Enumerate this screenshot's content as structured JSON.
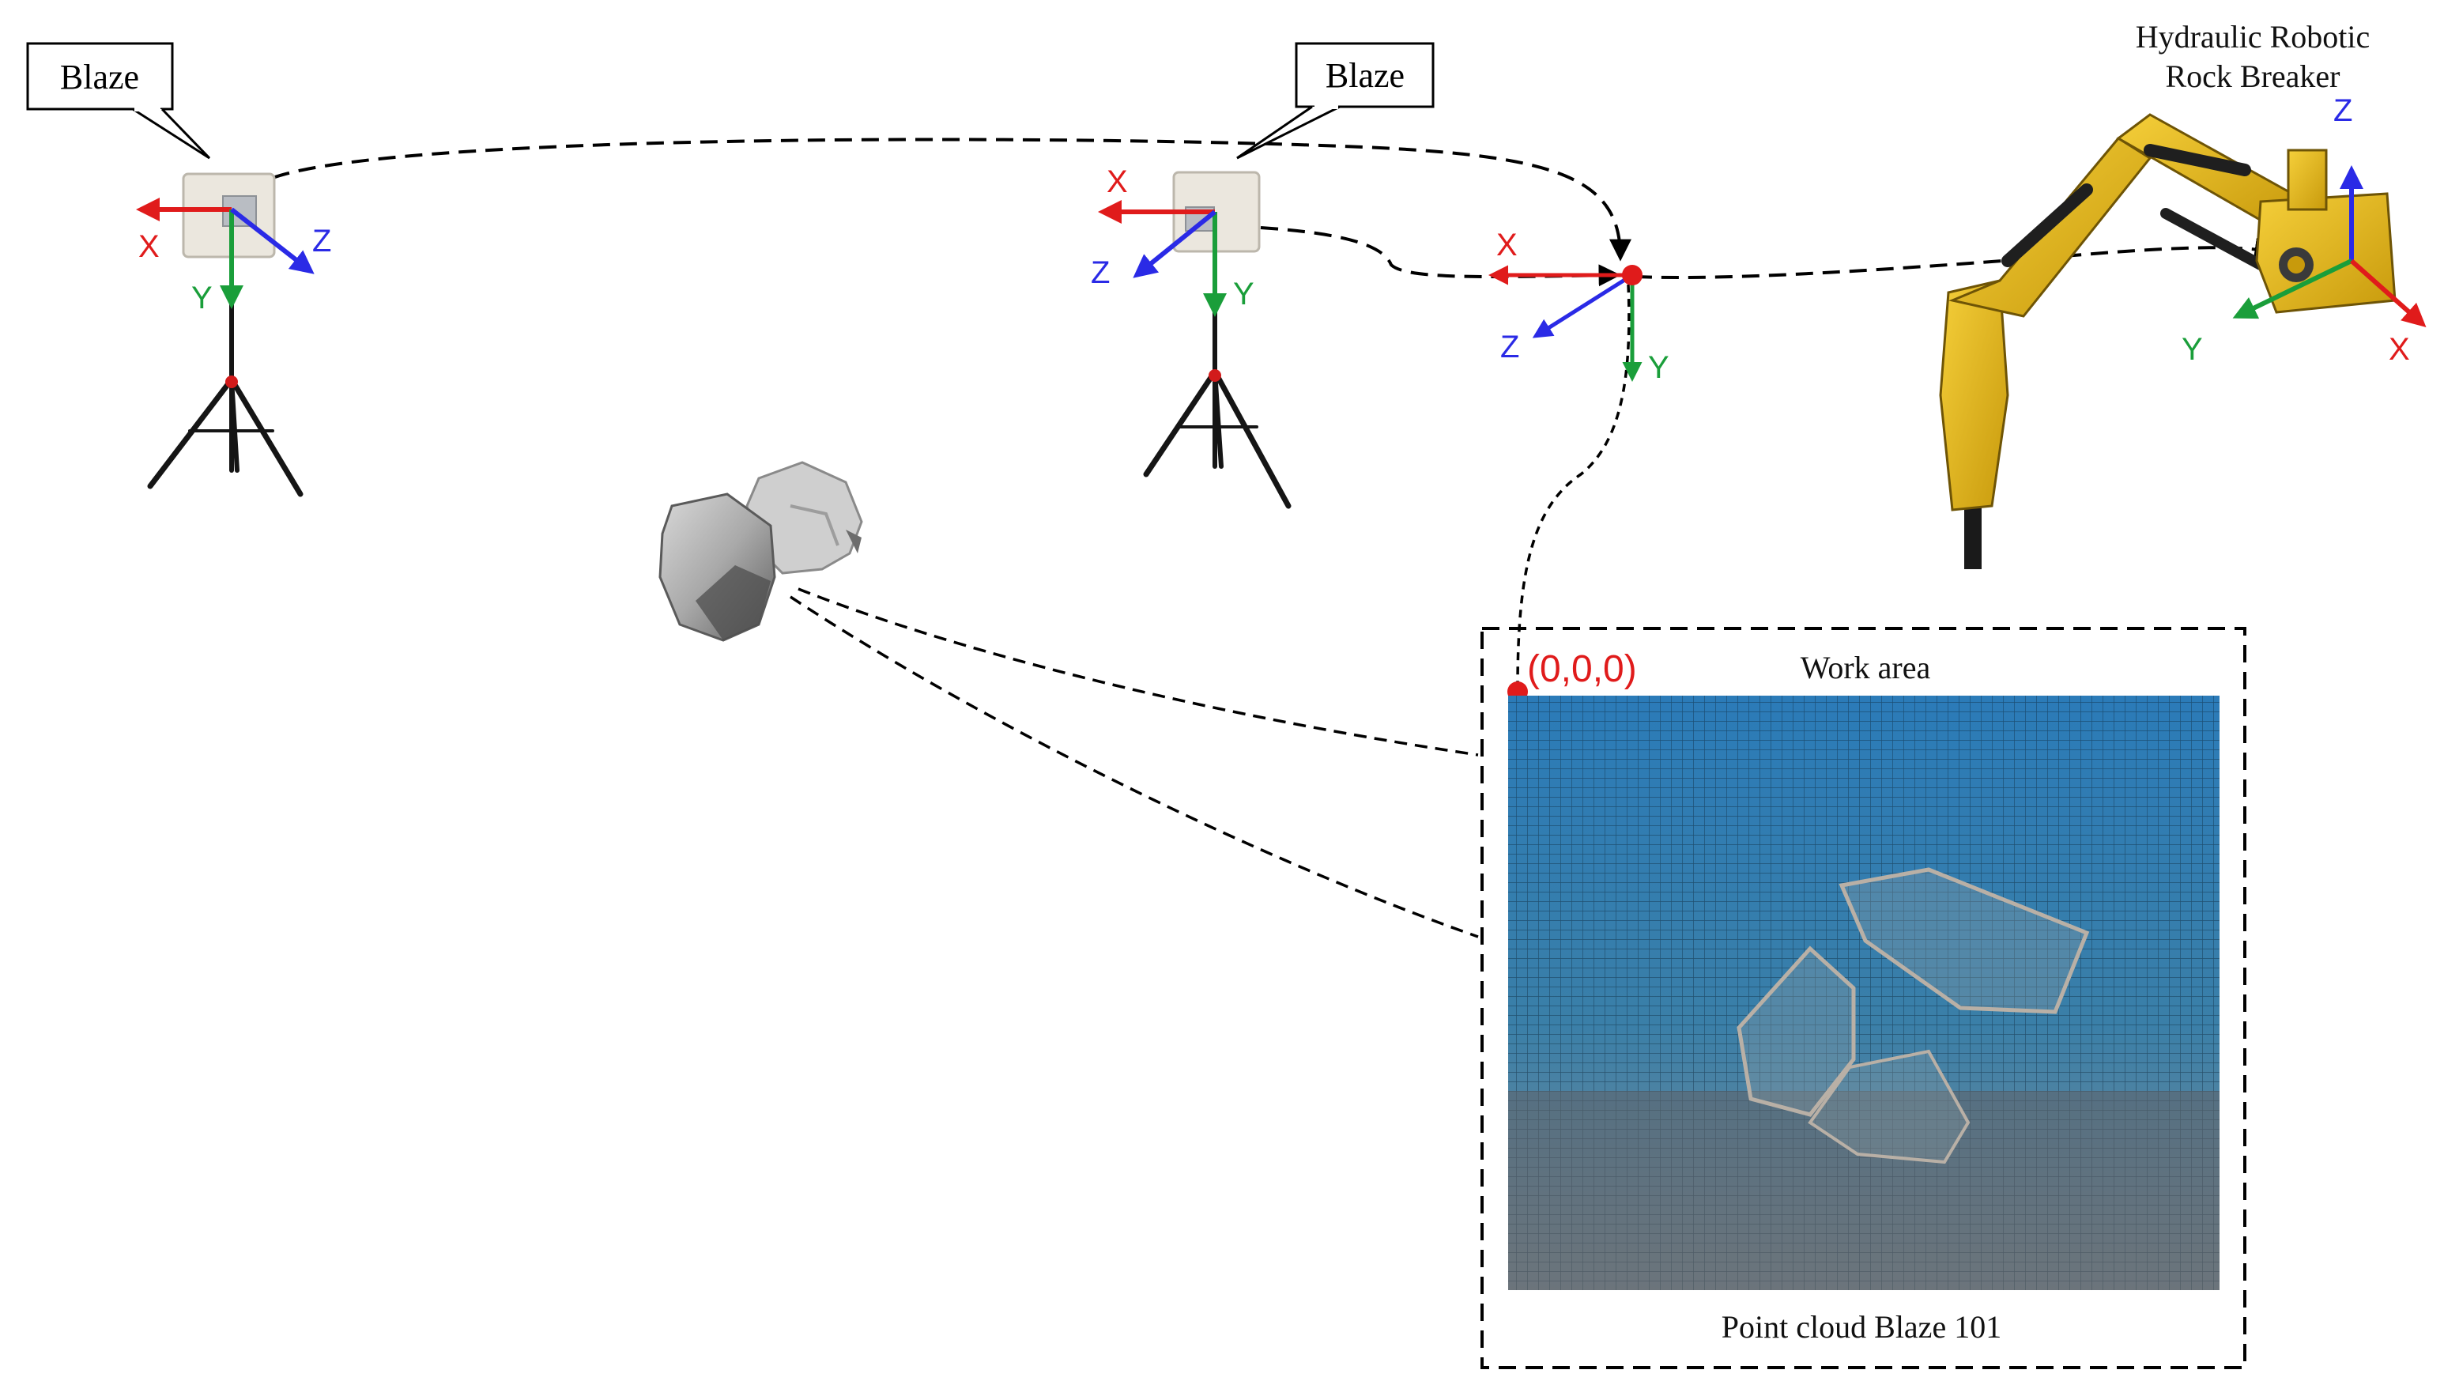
{
  "colors": {
    "x_axis": "#e01b1b",
    "y_axis": "#1a9e3a",
    "z_axis": "#2a2ae6",
    "origin": "#e01b1b",
    "robot": "#e8b91a",
    "sensor_body": "#e9e6df",
    "point_cloud": "#2f7fb4"
  },
  "sensors": [
    {
      "callout": "Blaze",
      "axes": {
        "x": "X",
        "y": "Y",
        "z": "Z"
      }
    },
    {
      "callout": "Blaze",
      "axes": {
        "x": "X",
        "y": "Y",
        "z": "Z"
      }
    }
  ],
  "reference_frame": {
    "axes": {
      "x": "X",
      "y": "Y",
      "z": "Z"
    }
  },
  "robot": {
    "title_line1": "Hydraulic Robotic",
    "title_line2": "Rock Breaker",
    "axes": {
      "x": "X",
      "y": "Y",
      "z": "Z"
    }
  },
  "work_area": {
    "title": "Work area",
    "origin_label": "(0,0,0)",
    "caption": "Point cloud Blaze 101"
  },
  "icons": [
    "tripod-icon",
    "tof-camera-icon",
    "rock-icon",
    "rock-breaker-icon",
    "point-cloud-image"
  ]
}
